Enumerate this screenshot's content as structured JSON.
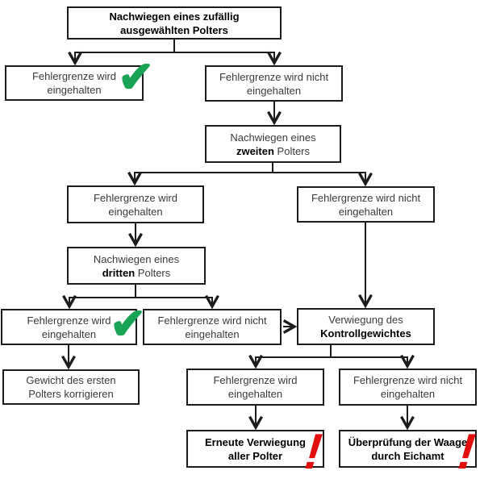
{
  "diagram": {
    "language": "de",
    "nodes": {
      "start": {
        "line1": "Nachwiegen eines zufällig",
        "line2": "ausgewählten Polters"
      },
      "r2_left": {
        "line1": "Fehlergrenze wird",
        "line2": "eingehalten"
      },
      "r2_right": {
        "line1": "Fehlergrenze wird nicht",
        "line2": "eingehalten"
      },
      "r3": {
        "line1": "Nachwiegen eines",
        "line2_bold": "zweiten",
        "line2_rest": " Polters"
      },
      "r4_left": {
        "line1": "Fehlergrenze wird",
        "line2": "eingehalten"
      },
      "r4_right": {
        "line1": "Fehlergrenze wird nicht",
        "line2": "eingehalten"
      },
      "r5": {
        "line1": "Nachwiegen eines",
        "line2_bold": "dritten",
        "line2_rest": " Polters"
      },
      "r6_left": {
        "line1": "Fehlergrenze wird",
        "line2": "eingehalten"
      },
      "r6_mid": {
        "line1": "Fehlergrenze wird nicht",
        "line2": "eingehalten"
      },
      "r6_right": {
        "line1": "Verwiegung des",
        "line2_bold": "Kontrollgewichtes",
        "line2_rest": ""
      },
      "r7_left": {
        "line1": "Gewicht des ersten",
        "line2": "Polters korrigieren"
      },
      "r7_mid": {
        "line1": "Fehlergrenze wird",
        "line2": "eingehalten"
      },
      "r7_right": {
        "line1": "Fehlergrenze wird nicht",
        "line2": "eingehalten"
      },
      "r8_mid": {
        "line1": "Erneute Verwiegung",
        "line2": "aller Polter"
      },
      "r8_right": {
        "line1": "Überprüfung der Waage",
        "line2": "durch Eichamt"
      }
    },
    "icons": {
      "check_glyph": "✔",
      "exclamation_glyph": "!"
    },
    "colors": {
      "check_green": "#18a355",
      "alert_red": "#e20d0d",
      "line_black": "#1c1c1c",
      "text_gray": "#3a3a3a",
      "background": "#ffffff"
    }
  }
}
